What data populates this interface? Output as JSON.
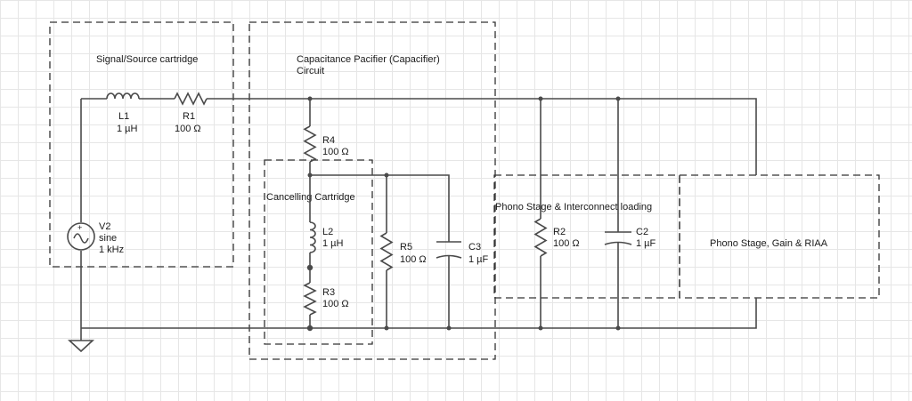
{
  "boxes": {
    "source": "Signal/Source cartridge",
    "pacifier_line1": "Capacitance Pacifier (Capacifier)",
    "pacifier_line2": "Circuit",
    "cancelling": "Cancelling Cartridge",
    "phono_loading": "Phono Stage & Interconnect loading",
    "phono_gain": "Phono Stage, Gain & RIAA"
  },
  "components": {
    "L1": {
      "name": "L1",
      "value": "1 µH"
    },
    "R1": {
      "name": "R1",
      "value": "100 Ω"
    },
    "V2": {
      "name": "V2",
      "type": "sine",
      "value": "1 kHz"
    },
    "R4": {
      "name": "R4",
      "value": "100 Ω"
    },
    "L2": {
      "name": "L2",
      "value": "1 µH"
    },
    "R3": {
      "name": "R3",
      "value": "100 Ω"
    },
    "R5": {
      "name": "R5",
      "value": "100 Ω"
    },
    "C3": {
      "name": "C3",
      "value": "1 µF"
    },
    "R2": {
      "name": "R2",
      "value": "100 Ω"
    },
    "C2": {
      "name": "C2",
      "value": "1 µF"
    }
  },
  "colors": {
    "wire": "#4a4a4a",
    "grid": "#e6e6e6",
    "background": "#ffffff"
  }
}
